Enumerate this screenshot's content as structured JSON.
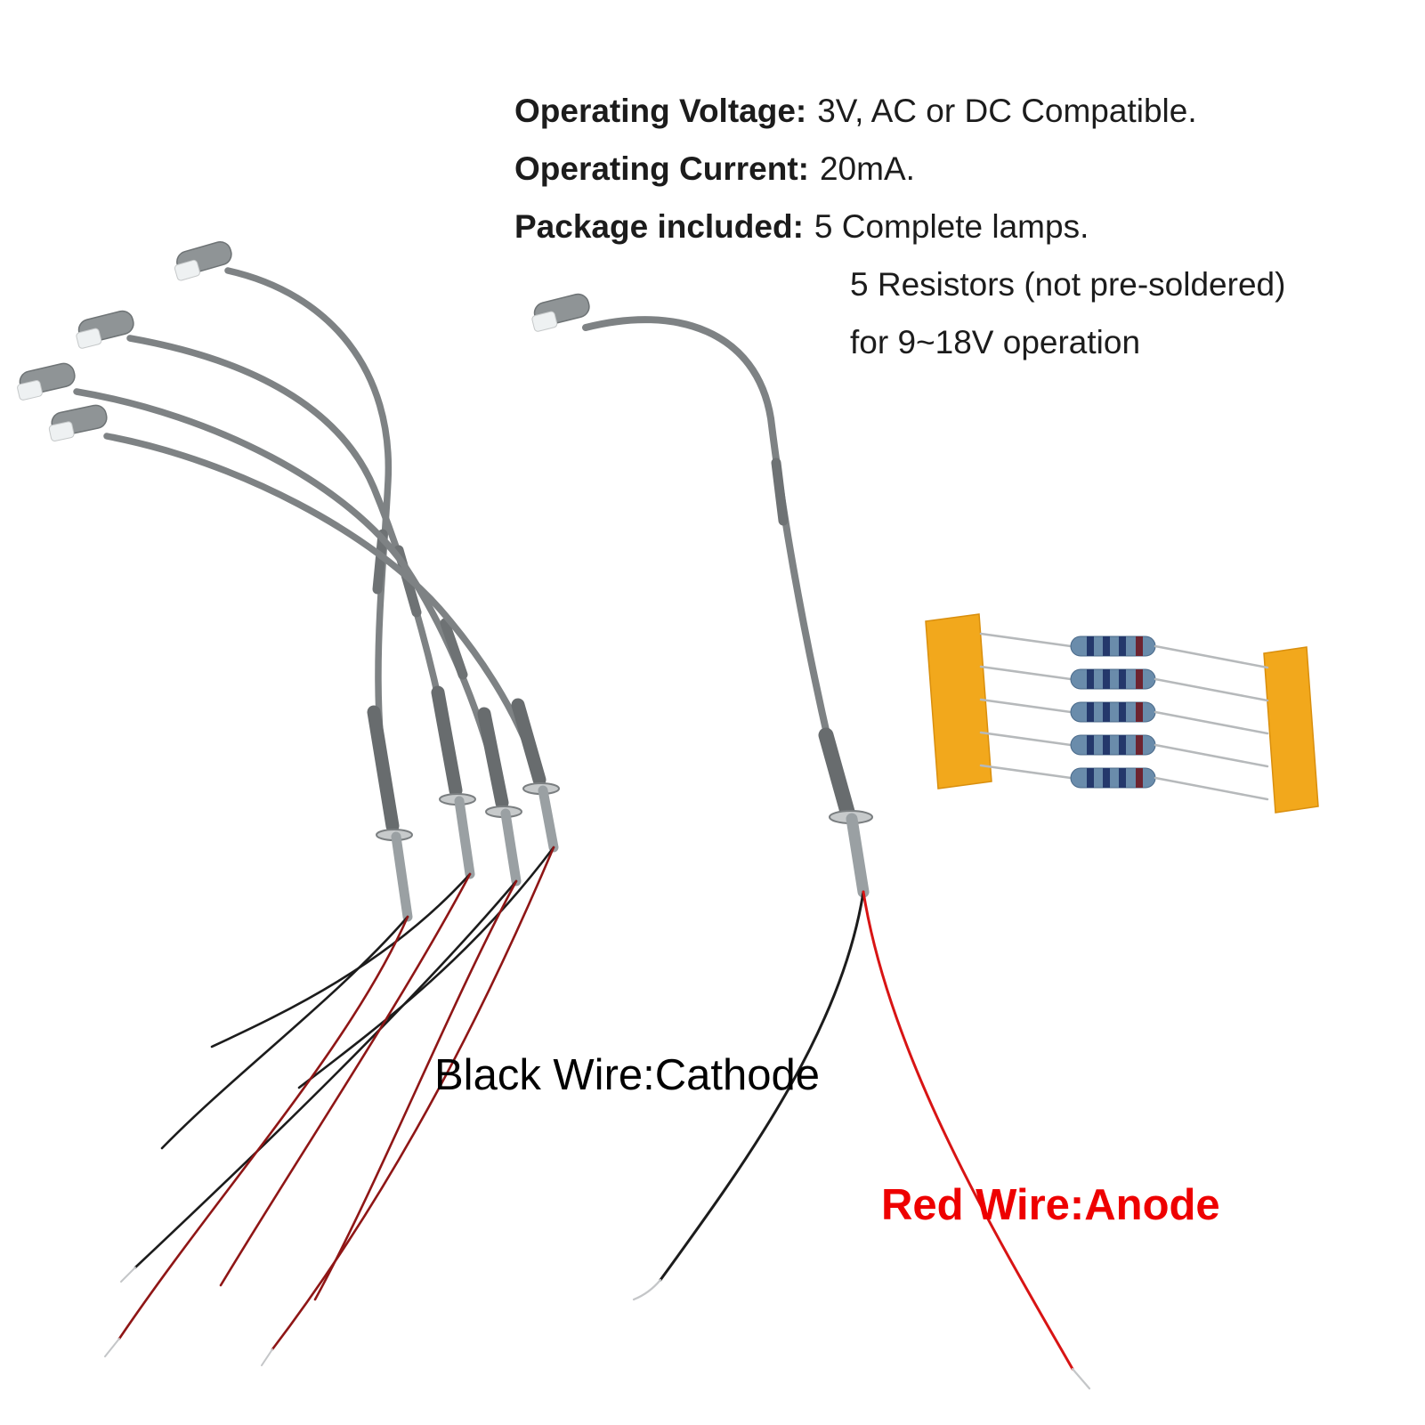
{
  "page": {
    "background": "#ffffff"
  },
  "specs": {
    "lines": [
      {
        "label": "Operating Voltage:",
        "value": "3V, AC or DC Compatible."
      },
      {
        "label": "Operating Current:",
        "value": "20mA."
      },
      {
        "label": "Package included:",
        "value": "5 Complete lamps."
      },
      {
        "label": "",
        "value": "5 Resistors (not pre-soldered)"
      },
      {
        "label": "",
        "value": "for 9~18V operation"
      }
    ]
  },
  "annotations": {
    "black_wire_label": "Black Wire:Cathode",
    "red_wire_label": "Red Wire:Anode"
  },
  "colors": {
    "spec_text": "#1c1c1c",
    "black_label": "#000000",
    "red_label": "#ee0000",
    "pole_gray": "#7e8284",
    "sleeve_gray": "#686c6e",
    "tube_gray": "#9aa0a3",
    "flange_gray": "#c7cacb",
    "lamp_head_gray": "#8f9496",
    "lamp_head_white": "#eef1f2",
    "wire_black": "#1c1c1c",
    "wire_red": "#d81414",
    "wire_dark_red": "#8f1616",
    "wire_tip": "#c4c6c8",
    "tape_yellow": "#f2a81c",
    "resistor_body": "#6a8cab",
    "resistor_band_navy": "#24386b",
    "resistor_band_maroon": "#6d2430",
    "lead_gray": "#b6b9bb"
  }
}
